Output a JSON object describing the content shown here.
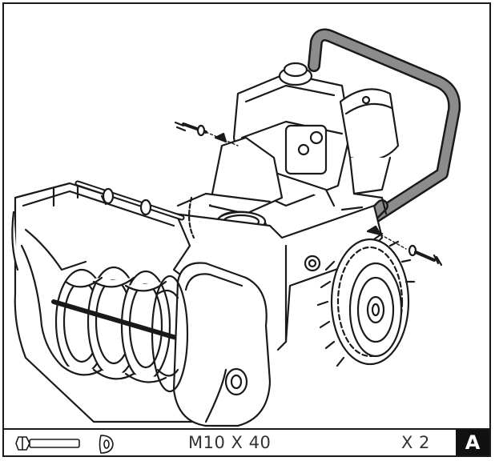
{
  "hardware": {
    "spec": "M10 X 40",
    "quantity": "X 2",
    "bolt_icon": "hex-bolt-icon",
    "washer_icon": "washer-icon"
  },
  "step": {
    "letter": "A"
  },
  "colors": {
    "line": "#1a1a1a",
    "handle_fill": "#8c8c8c",
    "badge_bg": "#111111",
    "badge_text": "#ffffff"
  }
}
